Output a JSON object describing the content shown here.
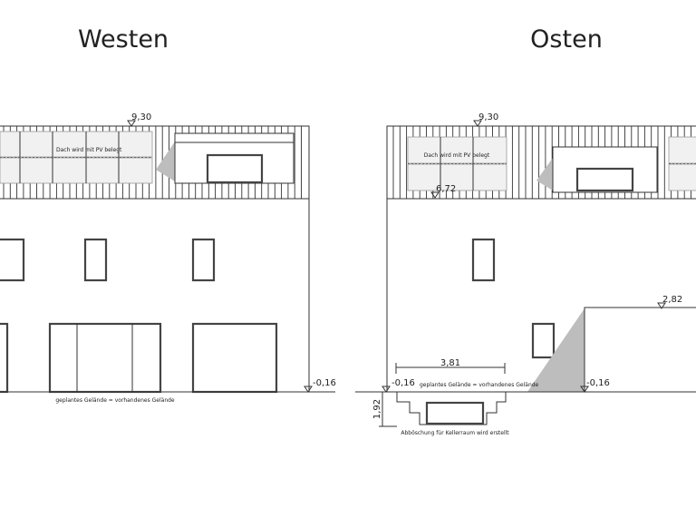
{
  "west": {
    "title": "Westen",
    "ridge_level": "9,30",
    "ground_level": "-0,16",
    "pv_note": "Dach wird mit PV belegt",
    "ground_note": "geplantes Gelände = vorhandenes Gelände"
  },
  "east": {
    "title": "Osten",
    "ridge_level": "9,30",
    "eave_level": "6,72",
    "neighbour_level": "2,82",
    "ground_level_left": "-0,16",
    "ground_level_right": "-0,16",
    "width_dim": "3,81",
    "depth_dim": "1,92",
    "pv_note": "Dach wird mit PV belegt",
    "ground_note": "geplantes Gelände = vorhandenes Gelände",
    "basement_note": "Abböschung für Kellerraum wird erstellt"
  },
  "colors": {
    "line": "#333333",
    "shadow": "#bdbdbd",
    "panel": "#f1f1f1"
  }
}
